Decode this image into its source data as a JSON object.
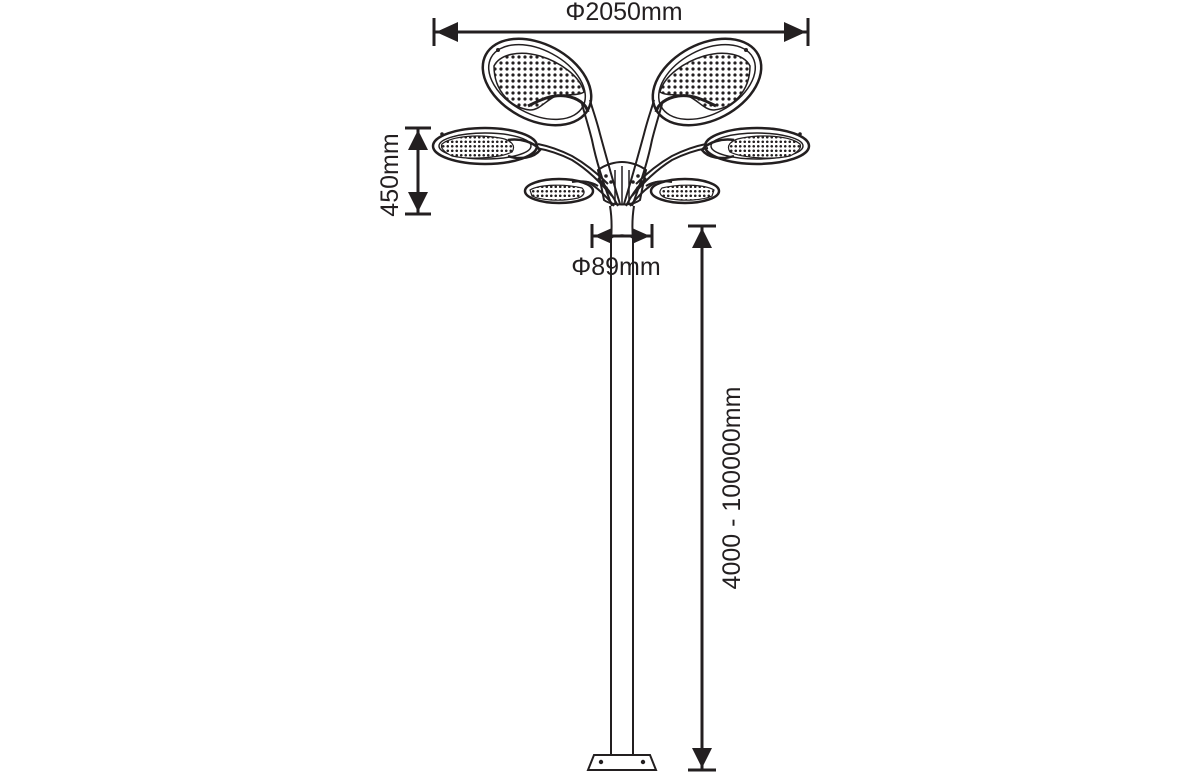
{
  "dimensions": {
    "overall_width": "Φ2050mm",
    "head_height": "450mm",
    "pole_diameter": "Φ89mm",
    "pole_height": "4000 - 100000mm"
  },
  "colors": {
    "line": "#231f20",
    "background": "#ffffff"
  },
  "fixture": {
    "lamp_heads": 6,
    "arms": "curved, branching from pole top"
  }
}
